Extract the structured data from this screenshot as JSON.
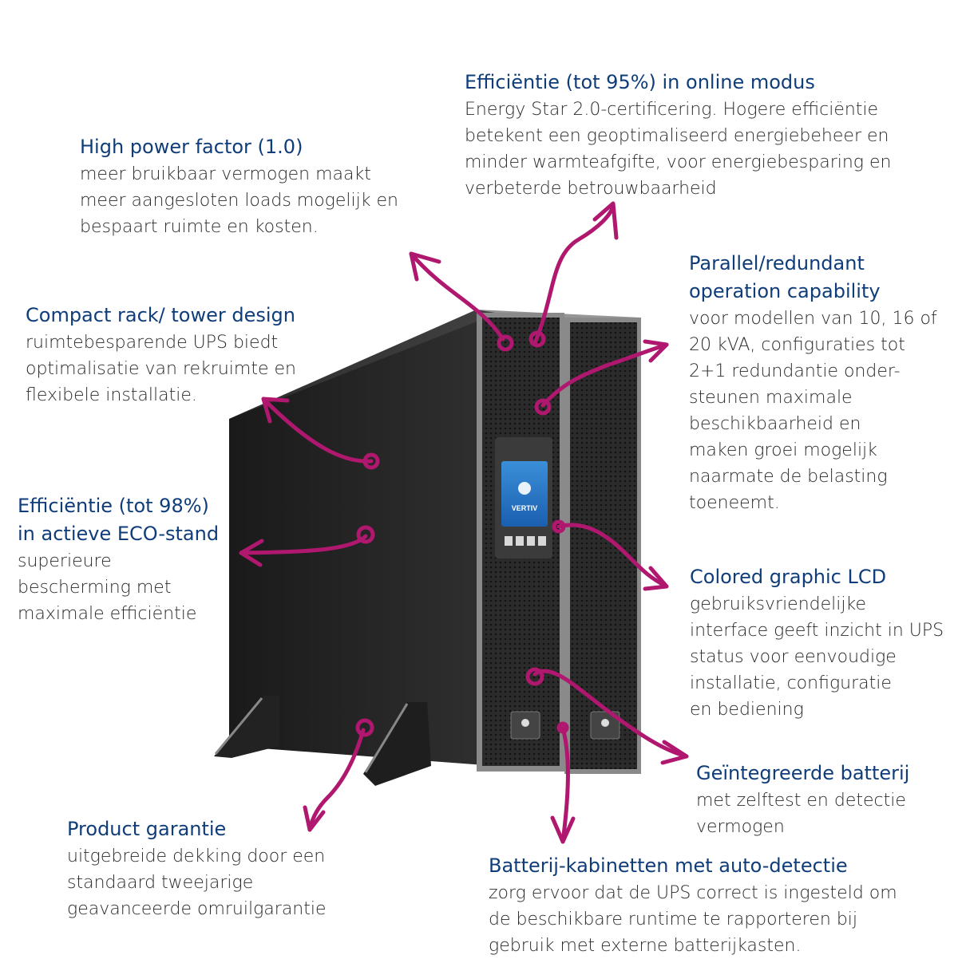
{
  "brand": {
    "name": "VERTIV"
  },
  "colors": {
    "heading": "#0f3d7a",
    "body": "#2a2a2a",
    "arrow": "#b0176e"
  },
  "callouts": {
    "efficiency_online": {
      "title": "Efficiëntie (tot 95%) in online modus",
      "body": [
        "Energy Star 2.0-certificering. Hogere efficiëntie",
        "betekent een geoptimaliseerd energiebeheer en",
        "minder warmteafgifte, voor energiebesparing en",
        "verbeterde betrouwbaarheid"
      ]
    },
    "power_factor": {
      "title": "High power factor (1.0)",
      "body": [
        "meer bruikbaar vermogen maakt",
        "meer aangesloten loads mogelijk en",
        "bespaart ruimte en kosten."
      ]
    },
    "parallel": {
      "title": [
        "Parallel/redundant",
        "operation capability"
      ],
      "body": [
        "voor modellen van 10, 16 of",
        "20 kVA, configuraties tot",
        "2+1 redundantie onder-",
        "steunen maximale",
        "beschikbaarheid en",
        "maken groei mogelijk",
        "naarmate de belasting",
        "toeneemt."
      ]
    },
    "compact": {
      "title": "Compact rack/ tower design",
      "body": [
        "ruimtebesparende UPS biedt",
        "optimalisatie van rekruimte en",
        "flexibele installatie."
      ]
    },
    "efficiency_eco": {
      "title": [
        "Efficiëntie (tot 98%)",
        "in actieve ECO-stand"
      ],
      "body": [
        "superieure",
        "bescherming met",
        "maximale efficiëntie"
      ]
    },
    "lcd": {
      "title": "Colored graphic LCD",
      "body": [
        "gebruiksvriendelijke",
        "interface geeft inzicht in UPS",
        "status voor eenvoudige",
        "installatie, configuratie",
        "en bediening"
      ]
    },
    "battery": {
      "title": "Geïntegreerde batterij",
      "body": [
        "met zelftest en detectie",
        "vermogen"
      ]
    },
    "warranty": {
      "title": "Product garantie",
      "body": [
        "uitgebreide dekking door een",
        "standaard tweejarige",
        "geavanceerde omruilgarantie"
      ]
    },
    "cabinets": {
      "title": "Batterij-kabinetten met auto-detectie",
      "body": [
        "zorg ervoor dat de UPS correct is ingesteld om",
        "de beschikbare runtime te rapporteren bij",
        "gebruik met externe batterijkasten."
      ]
    }
  }
}
